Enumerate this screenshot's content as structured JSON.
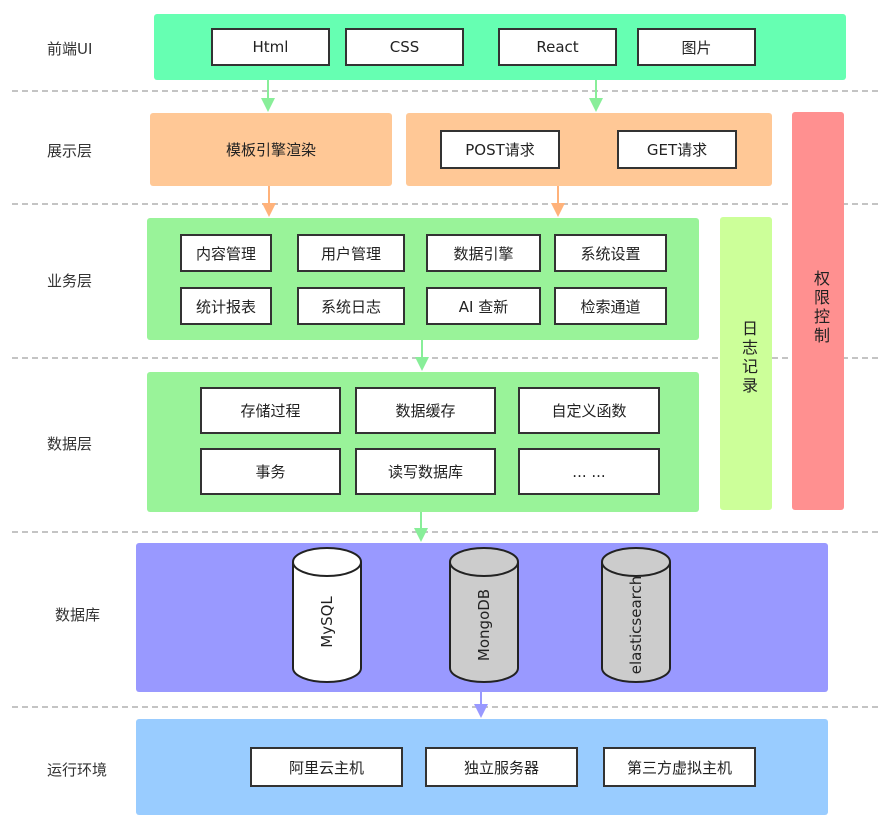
{
  "rows": {
    "frontend_label": "前端UI",
    "presentation_label": "展示层",
    "business_label": "业务层",
    "data_label": "数据层",
    "database_label": "数据库",
    "runtime_label": "运行环境"
  },
  "frontend": {
    "items": [
      "Html",
      "CSS",
      "React",
      "图片"
    ]
  },
  "presentation": {
    "template_render": "模板引擎渲染",
    "requests": [
      "POST请求",
      "GET请求"
    ]
  },
  "business": {
    "items": [
      "内容管理",
      "用户管理",
      "数据引擎",
      "系统设置",
      "统计报表",
      "系统日志",
      "AI 查新",
      "检索通道"
    ]
  },
  "data_layer": {
    "items": [
      "存储过程",
      "数据缓存",
      "自定义函数",
      "事务",
      "读写数据库",
      "... ..."
    ]
  },
  "database": {
    "items": [
      "MySQL",
      "MongoDB",
      "elasticsearch"
    ]
  },
  "runtime": {
    "items": [
      "阿里云主机",
      "独立服务器",
      "第三方虚拟主机"
    ]
  },
  "side": {
    "logging": "日志记录",
    "permission": "权限控制"
  },
  "colors": {
    "frontend_band": "#66ffb2",
    "presentation_band": "#ffc896",
    "business_band": "#99f399",
    "database_band": "#9999ff",
    "runtime_band": "#99ccff",
    "logging_band": "#ccff99",
    "permission_band": "#ff9090",
    "green_arrow": "#88ee99",
    "orange_arrow": "#ffb27a",
    "purple_arrow": "#9999ff"
  }
}
